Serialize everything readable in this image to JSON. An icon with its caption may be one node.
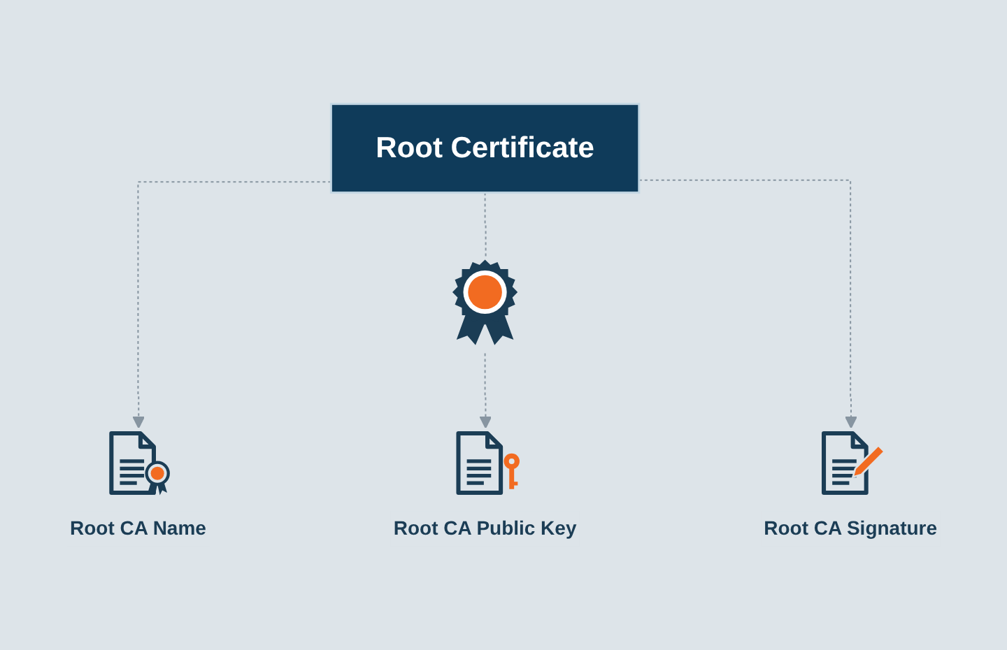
{
  "diagram": {
    "nodes": [
      {
        "text": [
          "Root Certificate"
        ]
      },
      {
        "text": [],
        "shape": "picture"
      },
      {
        "text": [
          "Root CA Name"
        ]
      },
      {
        "text": [
          "Root CA Public Key"
        ]
      },
      {
        "text": [
          "Root CA Signature"
        ]
      }
    ],
    "edges": [
      {
        "from": 0,
        "to": 2,
        "arrow": "to",
        "style": "dashed"
      },
      {
        "from": 0,
        "to": 1,
        "arrow": "none",
        "style": "dashed"
      },
      {
        "from": 1,
        "to": 3,
        "arrow": "to",
        "style": "dashed"
      },
      {
        "from": 0,
        "to": 4,
        "arrow": "to",
        "style": "dashed"
      }
    ]
  }
}
